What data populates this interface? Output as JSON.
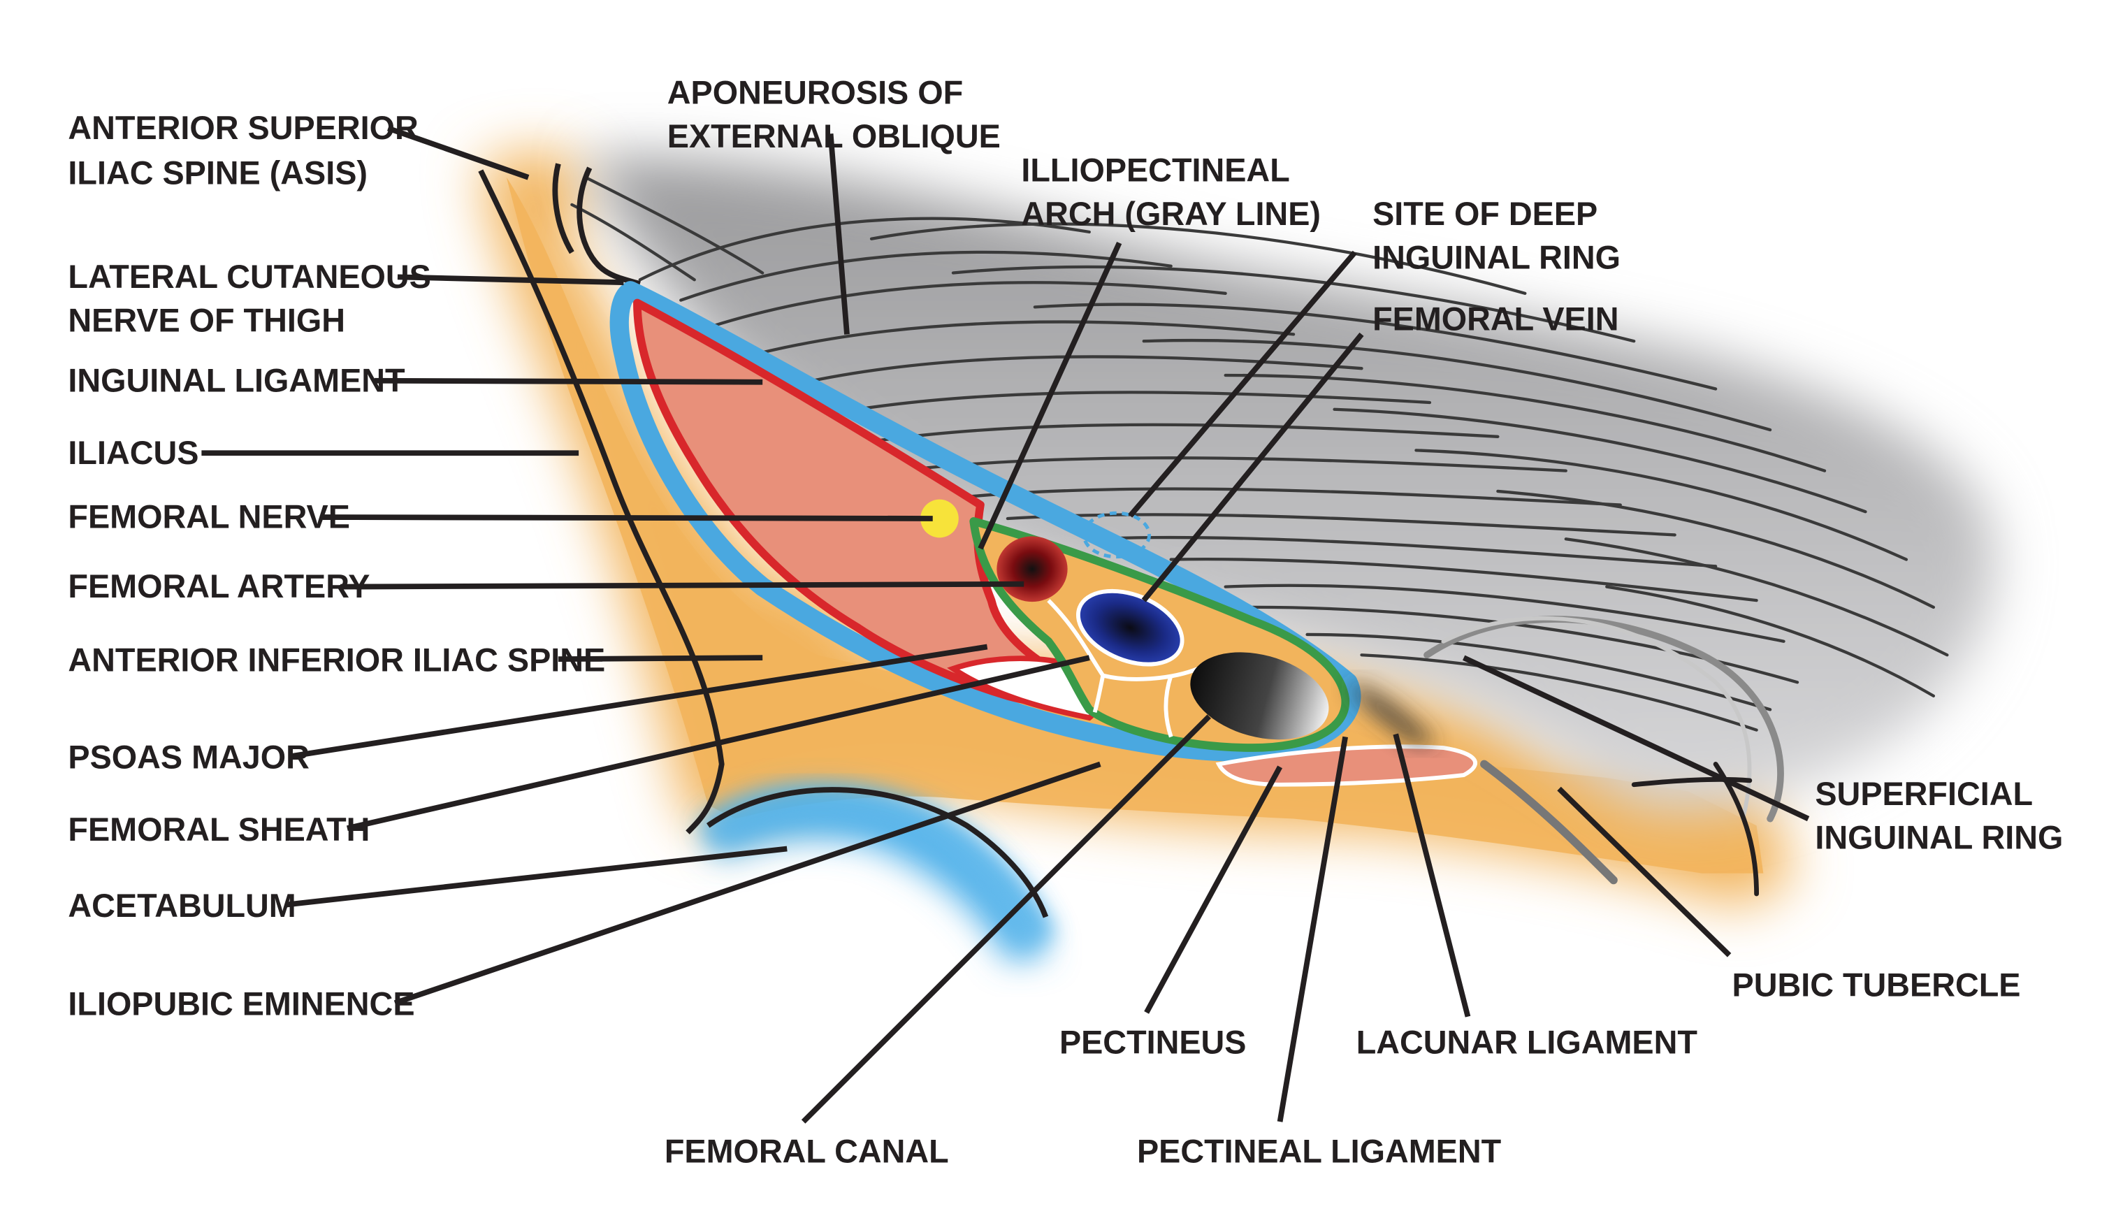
{
  "labels": {
    "asis": [
      "ANTERIOR SUPERIOR",
      "ILIAC SPINE (ASIS)"
    ],
    "lateral_cutaneous_nerve": [
      "LATERAL CUTANEOUS",
      "NERVE OF THIGH"
    ],
    "inguinal_ligament": [
      "INGUINAL LIGAMENT"
    ],
    "iliacus": [
      "ILIACUS"
    ],
    "femoral_nerve": [
      "FEMORAL NERVE"
    ],
    "femoral_artery": [
      "FEMORAL ARTERY"
    ],
    "aiis": [
      "ANTERIOR INFERIOR ILIAC SPINE"
    ],
    "psoas_major": [
      "PSOAS MAJOR"
    ],
    "femoral_sheath": [
      "FEMORAL SHEATH"
    ],
    "acetabulum": [
      "ACETABULUM"
    ],
    "iliopubic_eminence": [
      "ILIOPUBIC EMINENCE"
    ],
    "aponeurosis": [
      "APONEUROSIS OF",
      "EXTERNAL OBLIQUE"
    ],
    "illiopectineal_arch": [
      "ILLIOPECTINEAL",
      "ARCH (GRAY LINE)"
    ],
    "deep_inguinal_ring": [
      "SITE OF DEEP",
      "INGUINAL RING"
    ],
    "femoral_vein": [
      "FEMORAL VEIN"
    ],
    "superficial_inguinal_ring": [
      "SUPERFICIAL",
      "INGUINAL RING"
    ],
    "pubic_tubercle": [
      "PUBIC TUBERCLE"
    ],
    "pectineus": [
      "PECTINEUS"
    ],
    "lacunar_ligament": [
      "LACUNAR LIGAMENT"
    ],
    "femoral_canal": [
      "FEMORAL CANAL"
    ],
    "pectineal_ligament": [
      "PECTINEAL LIGAMENT"
    ]
  },
  "colors": {
    "bone": "#f2b45c",
    "muscle": "#e8907a",
    "ligament_blue": "#4aa8e0",
    "iliacus_red": "#d8272b",
    "sheath_green": "#3a9a48",
    "artery": "#b8151c",
    "vein": "#1c2f8c",
    "nerve": "#f7e33a",
    "aponeurosis_gray": "#b7b7b9",
    "acetabulum_blue": "#52b2ea",
    "text": "#231f20"
  }
}
